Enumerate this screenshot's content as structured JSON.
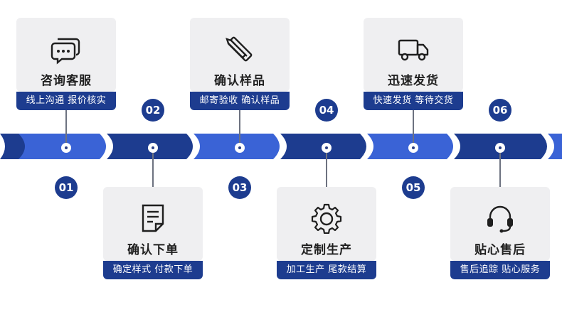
{
  "steps": [
    {
      "number": "01",
      "title": "咨询客服",
      "subtitle": "线上沟通 报价核实",
      "icon": "chat-bubbles-icon"
    },
    {
      "number": "02",
      "title": "确认下单",
      "subtitle": "确定样式 付款下单",
      "icon": "document-order-icon"
    },
    {
      "number": "03",
      "title": "确认样品",
      "subtitle": "邮寄验收 确认样品",
      "icon": "pencil-ruler-icon"
    },
    {
      "number": "04",
      "title": "定制生产",
      "subtitle": "加工生产 尾款结算",
      "icon": "gear-icon"
    },
    {
      "number": "05",
      "title": "迅速发货",
      "subtitle": "快速发货 等待交货",
      "icon": "delivery-truck-icon"
    },
    {
      "number": "06",
      "title": "贴心售后",
      "subtitle": "售后追踪 贴心服务",
      "icon": "headset-icon"
    }
  ],
  "colors": {
    "primary": "#1d3c8f",
    "light": "#3a63d6",
    "card": "#efeff1"
  }
}
